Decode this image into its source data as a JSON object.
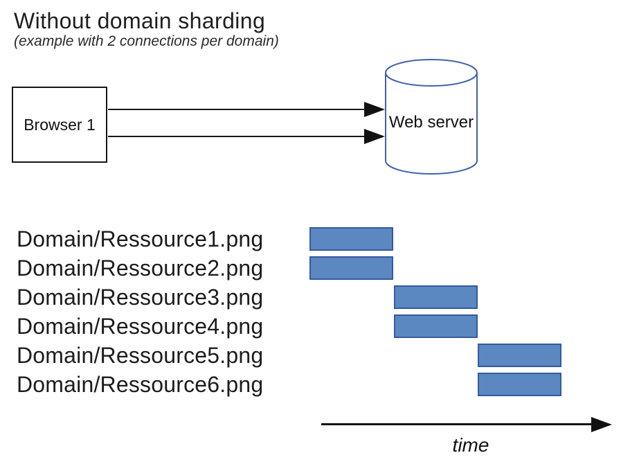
{
  "header": {
    "title": "Without domain sharding",
    "subtitle": "(example with 2 connections per domain)"
  },
  "diagram": {
    "browser": {
      "label": "Browser 1"
    },
    "server": {
      "label": "Web server"
    },
    "connections_shown": 2
  },
  "chart_data": {
    "type": "gantt",
    "title": "",
    "xlabel": "time",
    "x_axis": {
      "label": "time",
      "ticks": []
    },
    "rows": [
      {
        "label": "Domain/Ressource1.png",
        "start": 0,
        "duration": 1
      },
      {
        "label": "Domain/Ressource2.png",
        "start": 0,
        "duration": 1
      },
      {
        "label": "Domain/Ressource3.png",
        "start": 1,
        "duration": 1
      },
      {
        "label": "Domain/Ressource4.png",
        "start": 1,
        "duration": 1
      },
      {
        "label": "Domain/Ressource5.png",
        "start": 2,
        "duration": 1
      },
      {
        "label": "Domain/Ressource6.png",
        "start": 2,
        "duration": 1
      }
    ]
  },
  "colors": {
    "bar_fill": "#5c88c2",
    "bar_border": "#335a9e",
    "cylinder_stroke": "#3e63ab",
    "line": "#161616",
    "text": "#1c1c1c"
  }
}
